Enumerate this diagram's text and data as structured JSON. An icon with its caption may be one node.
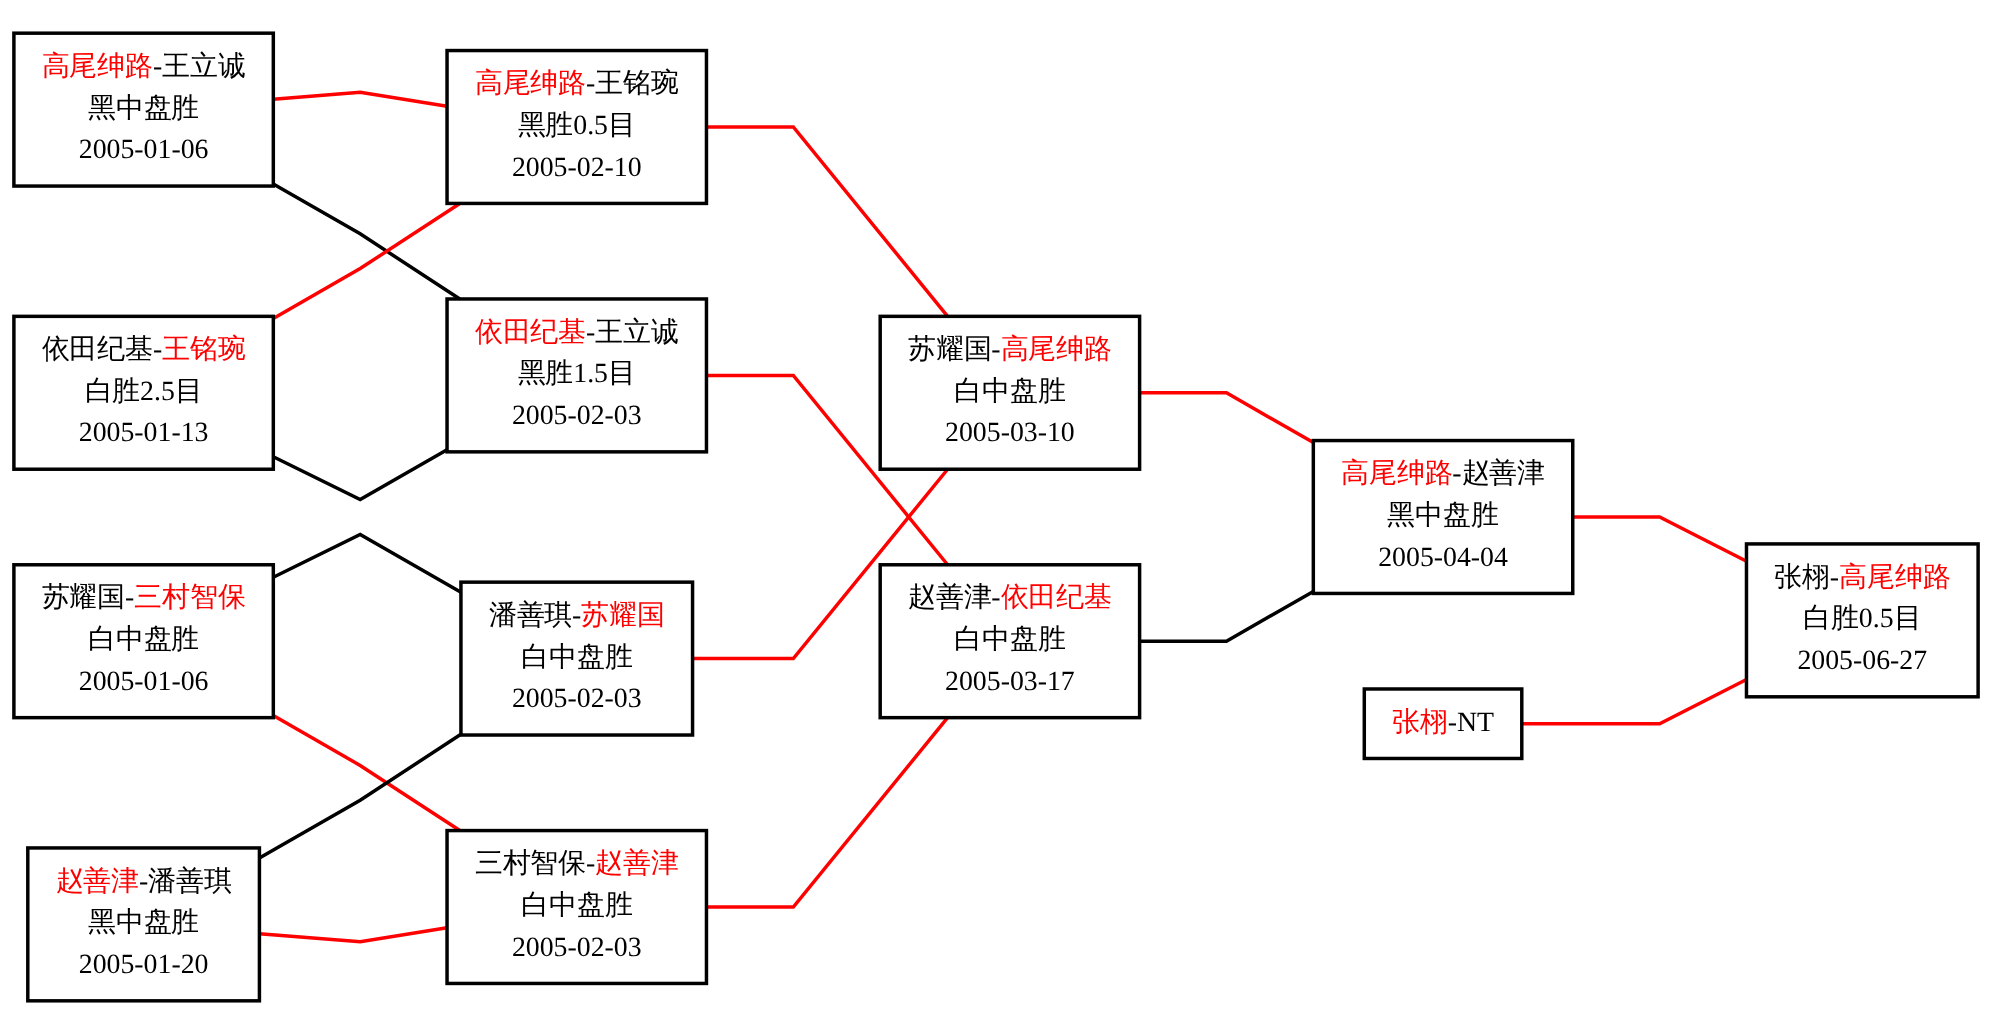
{
  "diagram": {
    "nodes": [
      {
        "text": [
          "高尾绅路-王立诚",
          "黑中盘胜",
          "2005-01-06"
        ]
      },
      {
        "text": [
          "依田纪基-王铭琬",
          "白胜2.5目",
          "2005-01-13"
        ]
      },
      {
        "text": [
          "苏耀国-三村智保",
          "白中盘胜",
          "2005-01-06"
        ]
      },
      {
        "text": [
          "赵善津-潘善琪",
          "黑中盘胜",
          "2005-01-20"
        ]
      },
      {
        "text": [
          "高尾绅路-王铭琬",
          "黑胜0.5目",
          "2005-02-10"
        ]
      },
      {
        "text": [
          "潘善琪-苏耀国",
          "白中盘胜",
          "2005-02-03"
        ]
      },
      {
        "text": [
          "依田纪基-王立诚",
          "黑胜1.5目",
          "2005-02-03"
        ]
      },
      {
        "text": [
          "三村智保-赵善津",
          "白中盘胜",
          "2005-02-03"
        ]
      },
      {
        "text": [
          "苏耀国-高尾绅路",
          "白中盘胜",
          "2005-03-10"
        ]
      },
      {
        "text": [
          "赵善津-依田纪基",
          "白中盘胜",
          "2005-03-17"
        ]
      },
      {
        "text": [
          "高尾绅路-赵善津",
          "黑中盘胜",
          "2005-04-04"
        ]
      },
      {
        "text": [
          "张栩-NT"
        ]
      },
      {
        "text": [
          "张栩-高尾绅路",
          "白胜0.5目",
          "2005-06-27"
        ]
      }
    ],
    "edges": [
      {
        "from": 0,
        "to": 4,
        "arrow": "none"
      },
      {
        "from": 0,
        "to": 6,
        "arrow": "none",
        "color": "#000000"
      },
      {
        "from": 1,
        "to": 4,
        "arrow": "none"
      },
      {
        "from": 1,
        "to": 6,
        "arrow": "none",
        "color": "#000000"
      },
      {
        "from": 2,
        "to": 5,
        "arrow": "none",
        "color": "#000000"
      },
      {
        "from": 2,
        "to": 7,
        "arrow": "none"
      },
      {
        "from": 3,
        "to": 5,
        "arrow": "none",
        "color": "#000000"
      },
      {
        "from": 3,
        "to": 7,
        "arrow": "none"
      },
      {
        "from": 4,
        "to": 8,
        "arrow": "none"
      },
      {
        "from": 5,
        "to": 8,
        "arrow": "none"
      },
      {
        "from": 6,
        "to": 9,
        "arrow": "none"
      },
      {
        "from": 7,
        "to": 9,
        "arrow": "none"
      },
      {
        "from": 8,
        "to": 10,
        "arrow": "none"
      },
      {
        "from": 9,
        "to": 10,
        "arrow": "none",
        "color": "#000000"
      },
      {
        "from": 10,
        "to": 12,
        "arrow": "none"
      },
      {
        "from": 11,
        "to": 12,
        "arrow": "none"
      }
    ]
  }
}
